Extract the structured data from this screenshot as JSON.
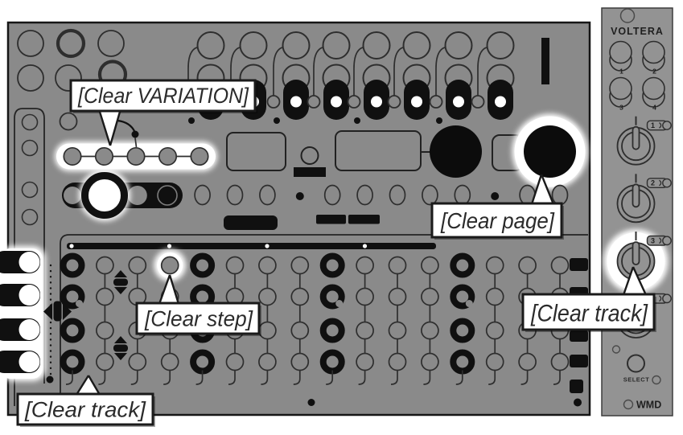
{
  "callouts": {
    "clear_variation": {
      "label": "[Clear VARIATION]"
    },
    "clear_step": {
      "label": "[Clear step]"
    },
    "clear_page": {
      "label": "[Clear page]"
    },
    "clear_track_bottom": {
      "label": "[Clear track]"
    },
    "clear_track_right": {
      "label": "[Clear track]"
    }
  },
  "expander": {
    "title": "VOLTERA",
    "jack_labels": [
      "1",
      "2",
      "3",
      "4"
    ],
    "knob_badges": [
      "1",
      "2",
      "3",
      "4"
    ],
    "highlighted_knob": 3,
    "select_label": "SELECT",
    "brand": "WMD"
  },
  "sequencer": {
    "columns": 16,
    "rows": 4,
    "active_columns": [
      1,
      5,
      9,
      13
    ],
    "notched_columns_row2": [
      1,
      9,
      13
    ],
    "highlighted_step": {
      "column": 4,
      "row": 1
    },
    "page_marker_count": 4,
    "variation_buttons": 5,
    "highlighted_variation_bank_button": 2
  },
  "sliders": {
    "count": 8
  },
  "track_buttons": {
    "count": 4,
    "highlighted": "all"
  },
  "colors": {
    "panel": "#8a8a8a",
    "expander_panel": "#939393",
    "ink": "#101010",
    "line": "#2e2e2e",
    "glow": "#ffffff",
    "callout_fill": "#ffffff",
    "callout_border": "#1a1a1a",
    "callout_text": "#2b2b2b"
  }
}
